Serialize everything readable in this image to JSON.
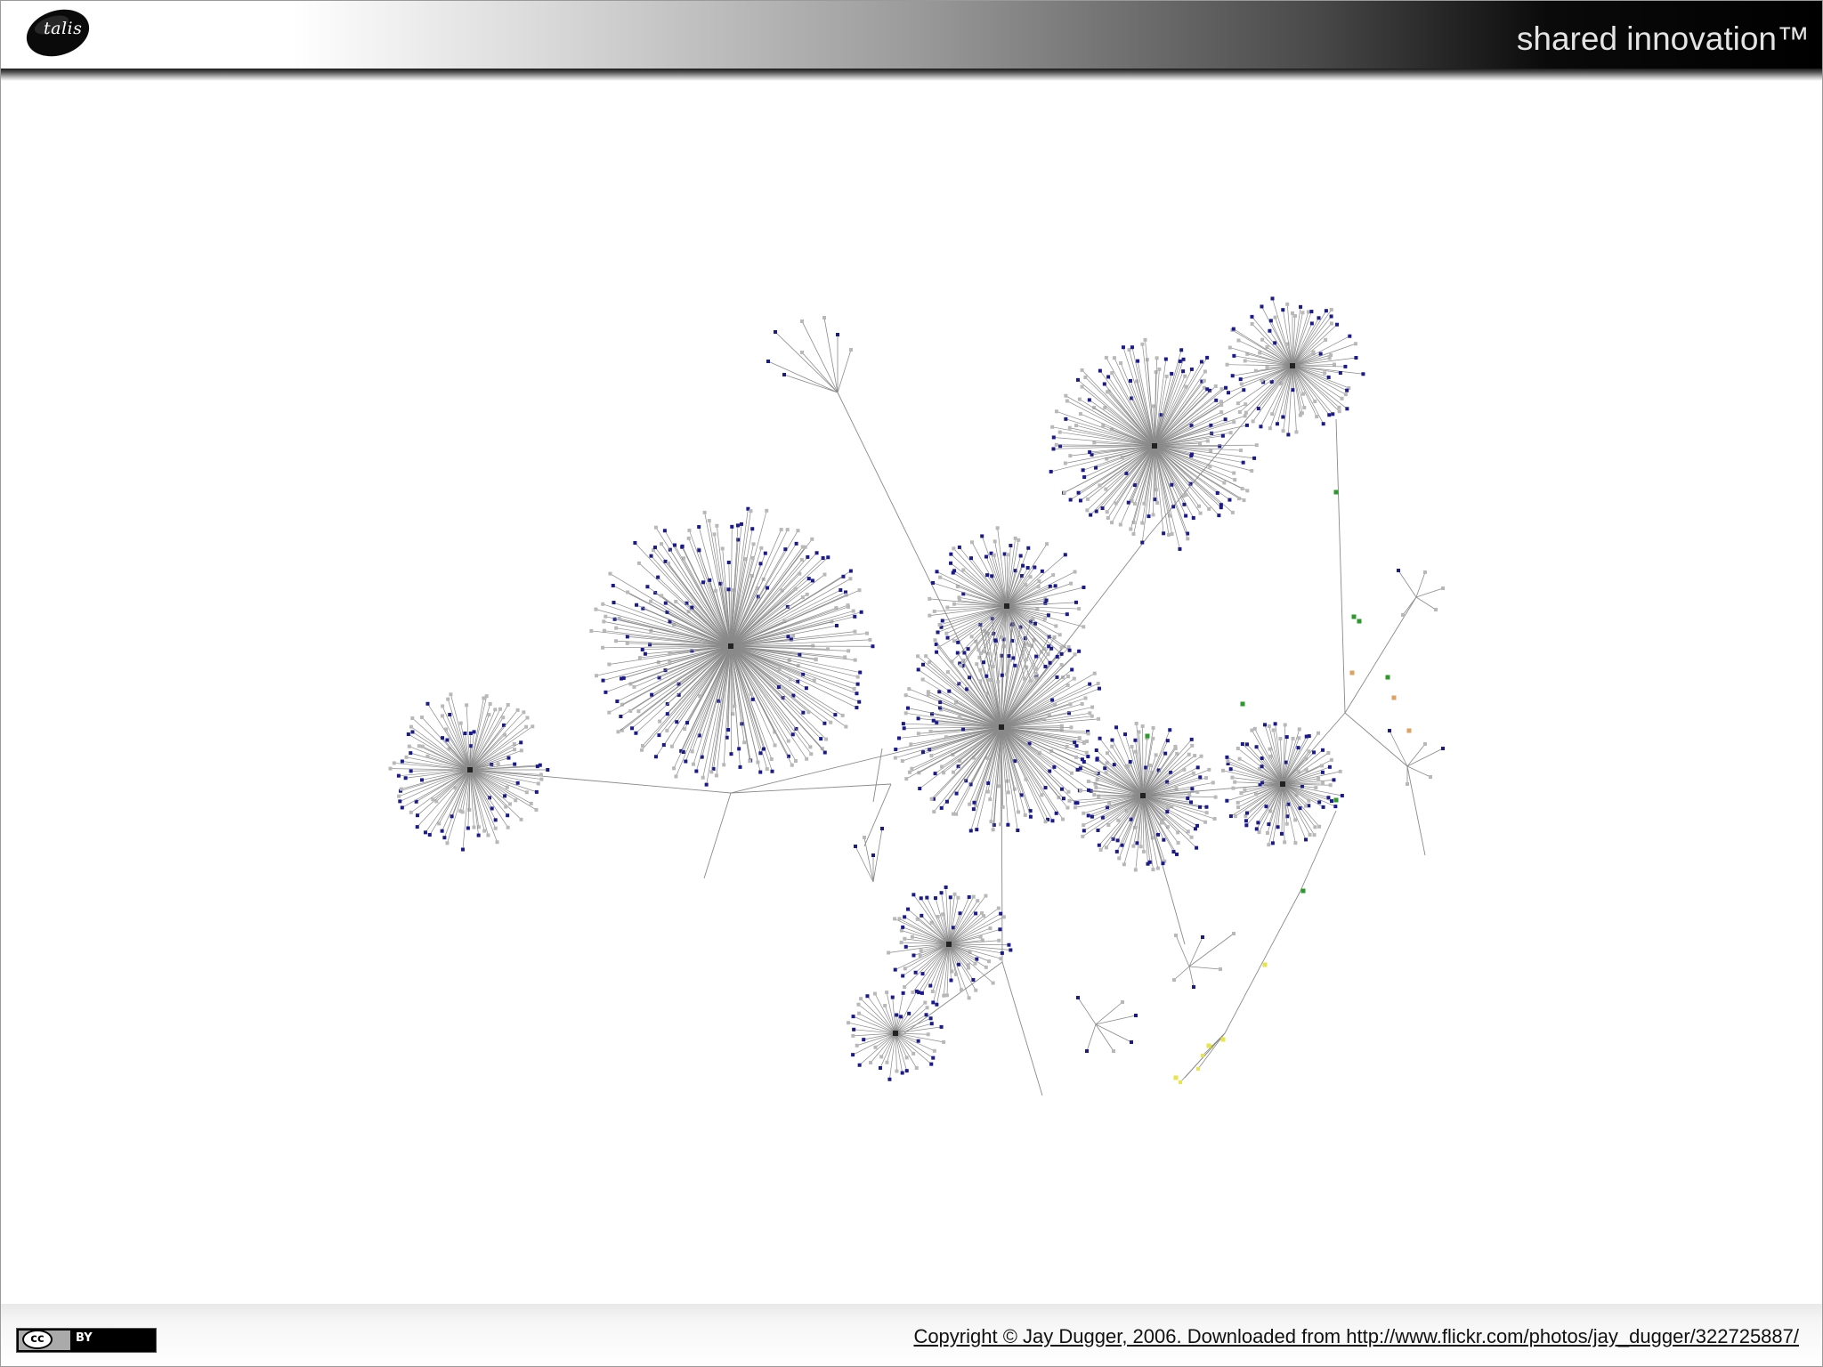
{
  "header": {
    "logo_text": "talis",
    "tagline": "shared innovation™"
  },
  "footer": {
    "license_label": "BY",
    "license_icon": "creative-commons-icon",
    "copyright": "Copyright © Jay Dugger, 2006. Downloaded from http://www.flickr.com/photos/jay_dugger/322725887/"
  },
  "graph": {
    "description_type": "network-visualization",
    "node_colors": {
      "blue": "#1a1a8c",
      "grey": "#b8b8b8",
      "green": "#2a9a2a",
      "yellow": "#e6e64a",
      "orange": "#e0a060",
      "dark": "#222222",
      "edge": "#8a8a8a"
    }
  }
}
